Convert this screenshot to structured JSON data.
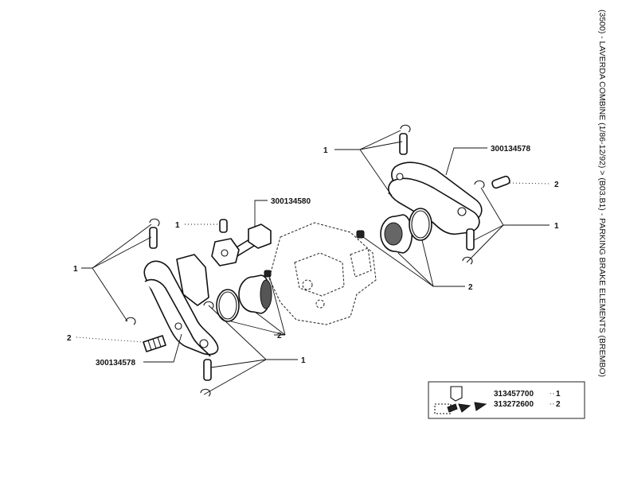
{
  "title": "(3500) - LAVERDA COMBINE (1/86-12/92) > (B03.B1) - PARKING BRAKE ELEMENTS (BREMBO)",
  "part_numbers": {
    "left_lever": "300134578",
    "right_lever": "300134578",
    "adjuster": "300134580"
  },
  "callouts": {
    "c1_top_right": "1",
    "c2_right_pin": "2",
    "c1_right": "1",
    "c2_right_piston": "2",
    "c1_adjuster": "1",
    "c1_left": "1",
    "c2_left_screw": "2",
    "c2_left_piston": "2",
    "c1_bottom_left": "1"
  },
  "legend": {
    "rows": [
      {
        "part": "313457700",
        "ref": "1"
      },
      {
        "part": "313272600",
        "ref": "2"
      }
    ]
  }
}
